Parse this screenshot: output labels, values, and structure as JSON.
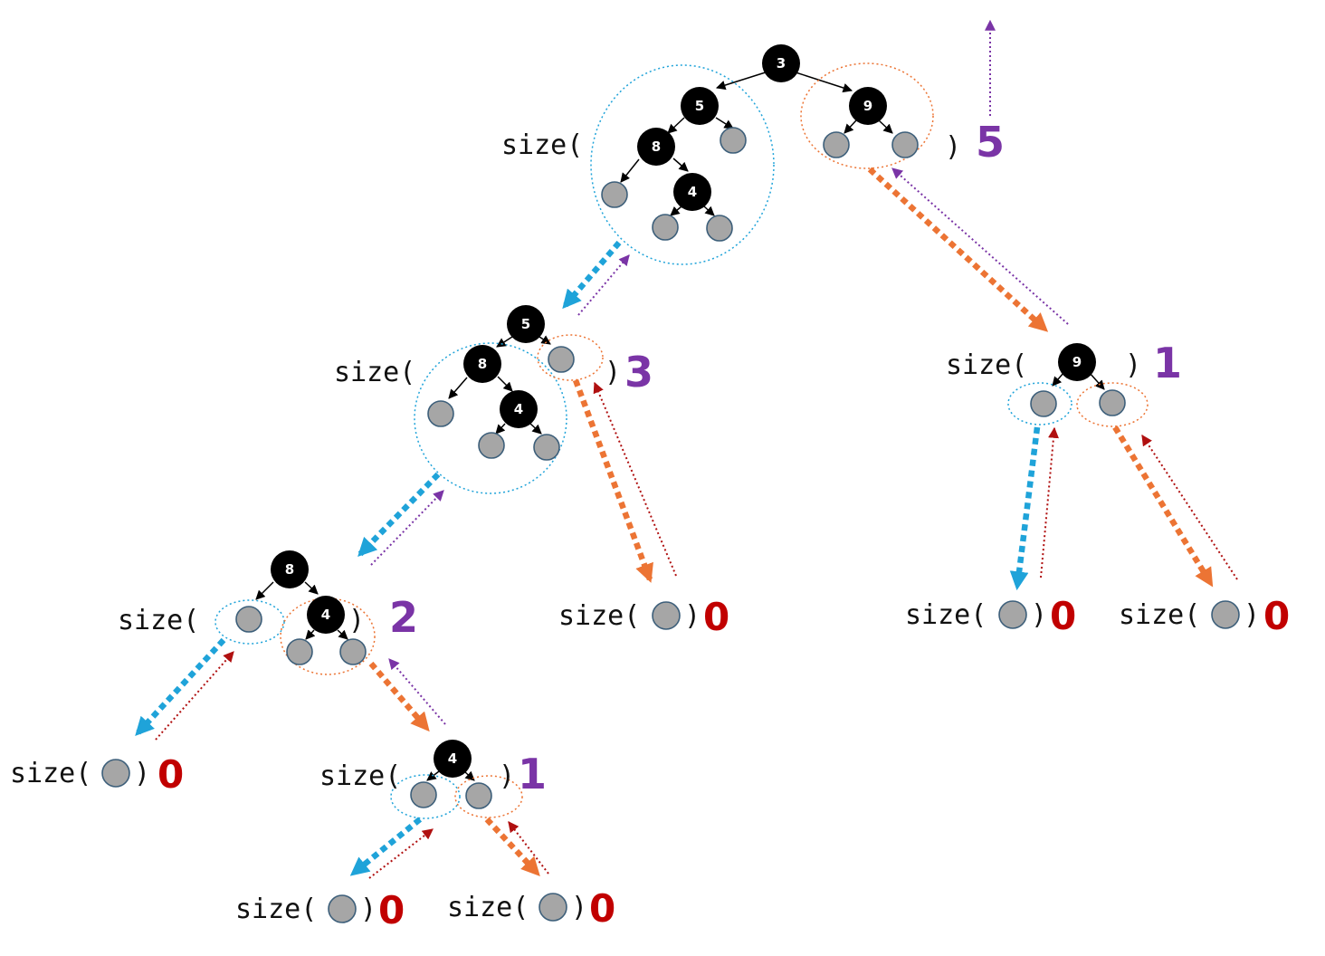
{
  "colors": {
    "node_dark": "#000000",
    "node_null": "#a6a6a6",
    "node_null_stroke": "#3d5f7a",
    "call_left": "#1fa3d9",
    "call_right": "#ec7434",
    "return_purple": "#7a34a6",
    "return_red": "#b01010",
    "result_purple": "#7a34a6",
    "result_red": "#c10000"
  },
  "text": {
    "size_open": "size(",
    "close_paren": ")"
  },
  "nodes": {
    "root": "3",
    "root_left": "5",
    "root_right": "9",
    "eight": "8",
    "four": "4"
  },
  "results": {
    "root": "5",
    "sub5": "3",
    "sub9": "1",
    "sub8": "2",
    "sub4": "1",
    "null": "0"
  }
}
